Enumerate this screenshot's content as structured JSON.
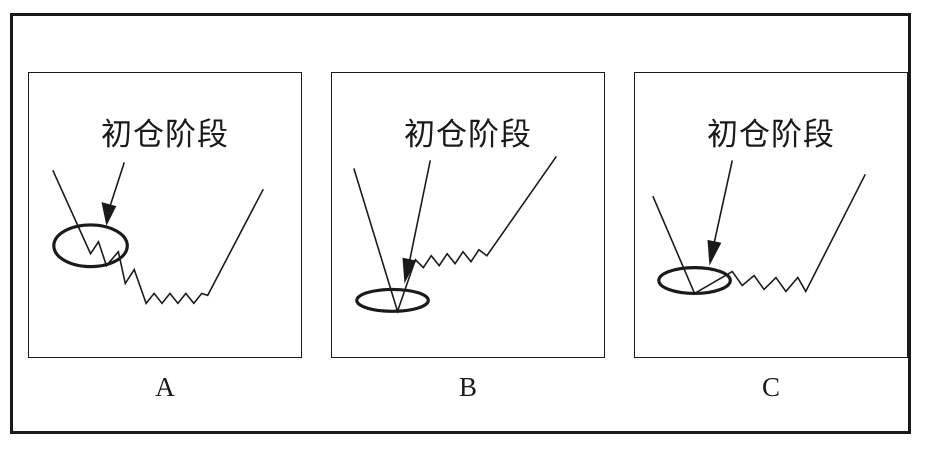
{
  "panels": [
    {
      "id": "a",
      "title": "初仓阶段",
      "caption": "A"
    },
    {
      "id": "b",
      "title": "初仓阶段",
      "caption": "B"
    },
    {
      "id": "c",
      "title": "初仓阶段",
      "caption": "C"
    }
  ],
  "colors": {
    "stroke": "#1a1a1a",
    "background": "#ffffff"
  }
}
